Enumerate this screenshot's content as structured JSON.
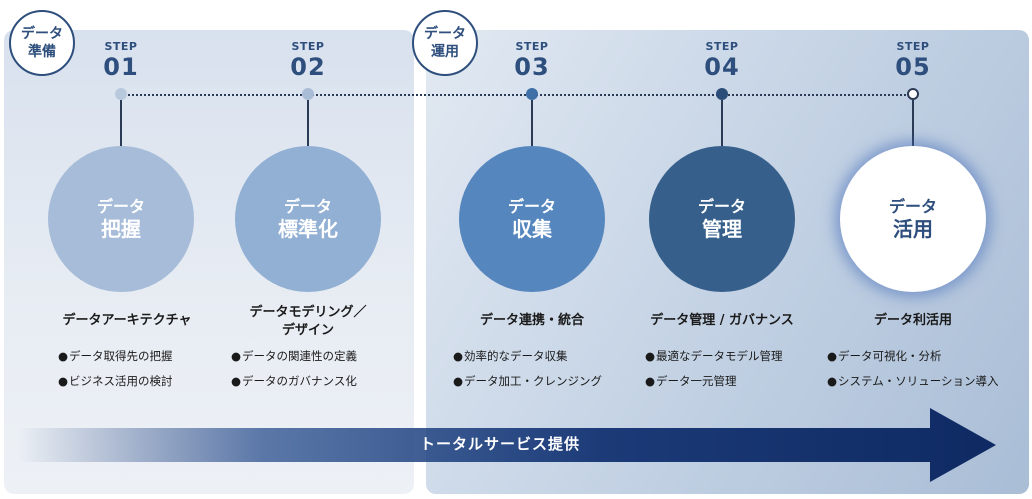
{
  "phases": {
    "prep": {
      "line1": "データ",
      "line2": "準備"
    },
    "ops": {
      "line1": "データ",
      "line2": "運用"
    }
  },
  "step_word": "STEP",
  "steps": [
    {
      "num": "01",
      "circle_line1": "データ",
      "circle_line2": "把握",
      "title": "データアーキテクチャ",
      "bullets": [
        "データ取得先の把握",
        "ビジネス活用の検討"
      ]
    },
    {
      "num": "02",
      "circle_line1": "データ",
      "circle_line2": "標準化",
      "title": "データモデリング／\nデザイン",
      "bullets": [
        "データの関連性の定義",
        "データのガバナンス化"
      ]
    },
    {
      "num": "03",
      "circle_line1": "データ",
      "circle_line2": "収集",
      "title": "データ連携・統合",
      "bullets": [
        "効率的なデータ収集",
        "データ加工・クレンジング"
      ]
    },
    {
      "num": "04",
      "circle_line1": "データ",
      "circle_line2": "管理",
      "title": "データ管理 / ガバナンス",
      "bullets": [
        "最適なデータモデル管理",
        "データ一元管理"
      ]
    },
    {
      "num": "05",
      "circle_line1": "データ",
      "circle_line2": "活用",
      "title": "データ利活用",
      "bullets": [
        "データ可視化・分析",
        "システム・ソリューション導入"
      ]
    }
  ],
  "arrow_label": "トータルサービス提供",
  "colors": {
    "accent": "#2e4f7d",
    "circle_01": "#a6bcd9",
    "circle_02": "#92afd4",
    "circle_03": "#5686be",
    "circle_04": "#365f8c",
    "circle_05": "#ffffff",
    "arrow_end": "#0f2a63"
  }
}
